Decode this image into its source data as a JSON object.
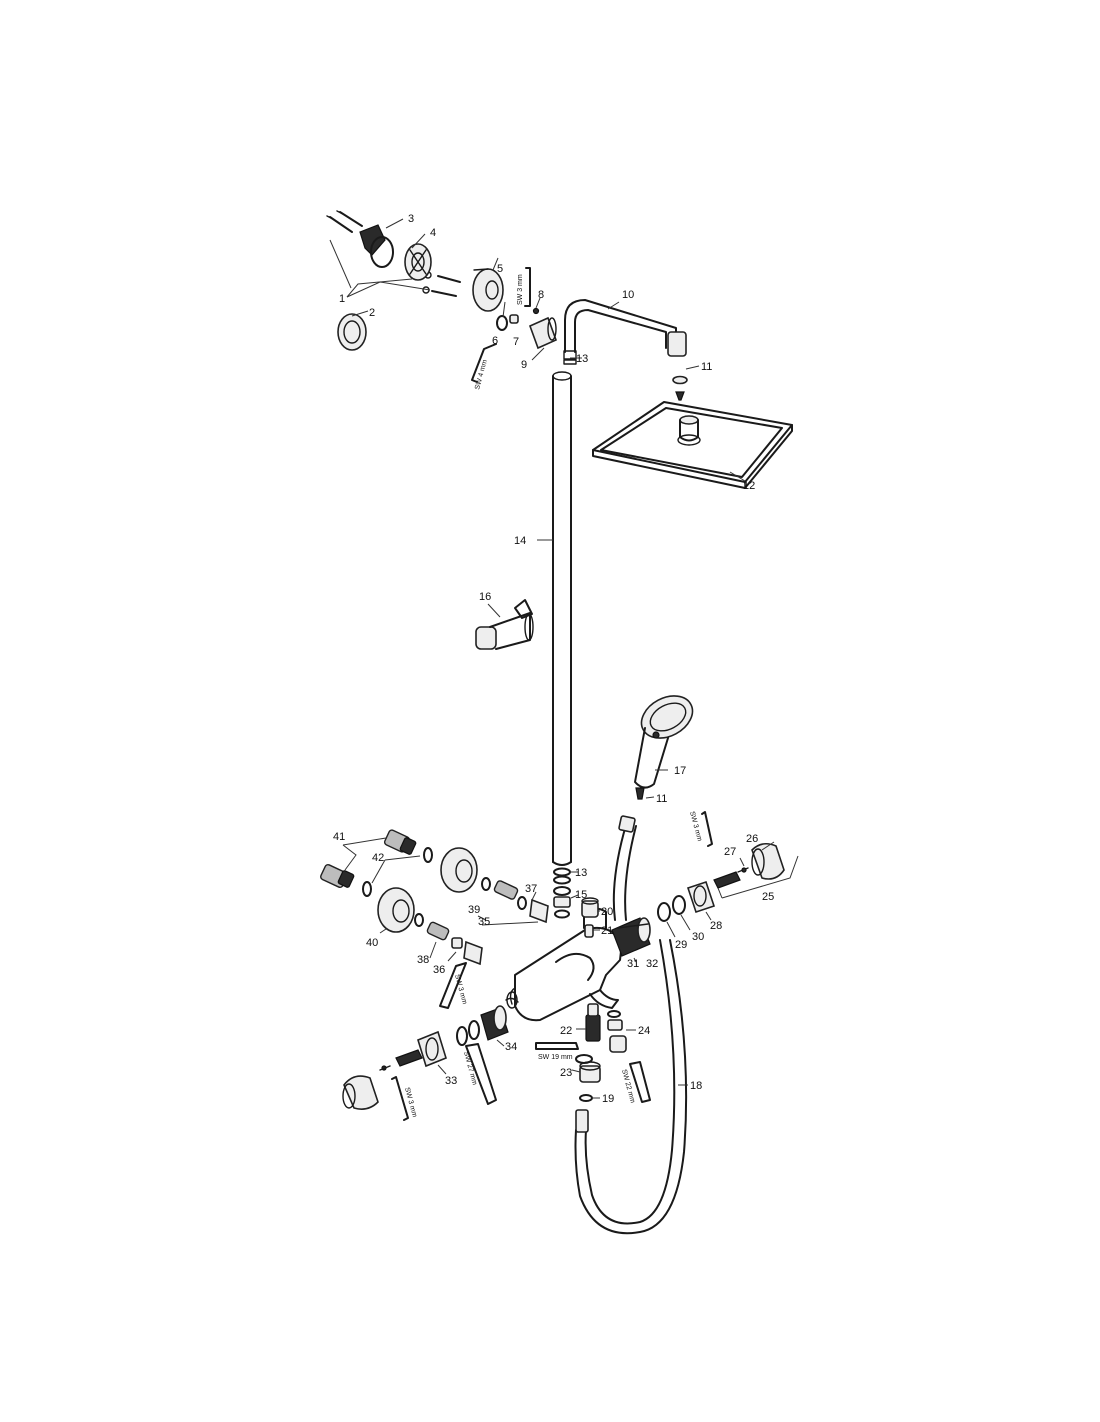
{
  "callouts": {
    "c1": "1",
    "c2": "2",
    "c3": "3",
    "c4": "4",
    "c5": "5",
    "c6": "6",
    "c7": "7",
    "c8": "8",
    "c9": "9",
    "c10": "10",
    "c11a": "11",
    "c11b": "11",
    "c12": "12",
    "c13a": "13",
    "c13b": "13",
    "c14": "14",
    "c15": "15",
    "c16": "16",
    "c17": "17",
    "c18": "18",
    "c19": "19",
    "c20": "20",
    "c21": "21",
    "c22": "22",
    "c23": "23",
    "c24": "24",
    "c25": "25",
    "c26": "26",
    "c27": "27",
    "c28": "28",
    "c29": "29",
    "c30": "30",
    "c31": "31",
    "c32": "32",
    "c33": "33",
    "c34": "34",
    "c35": "35",
    "c36": "36",
    "c37": "37",
    "c38": "38",
    "c39": "39",
    "c40": "40",
    "c41": "41",
    "c42": "42"
  },
  "tools": {
    "sw3_top": "SW 3 mm",
    "sw4": "SW 4 mm",
    "sw3_right": "SW 3 mm",
    "sw3_mid": "SW 3 mm",
    "sw27": "SW 27 mm",
    "sw19": "SW 19 mm",
    "sw22": "SW 22 mm",
    "sw3_bottom": "SW 3 mm"
  }
}
